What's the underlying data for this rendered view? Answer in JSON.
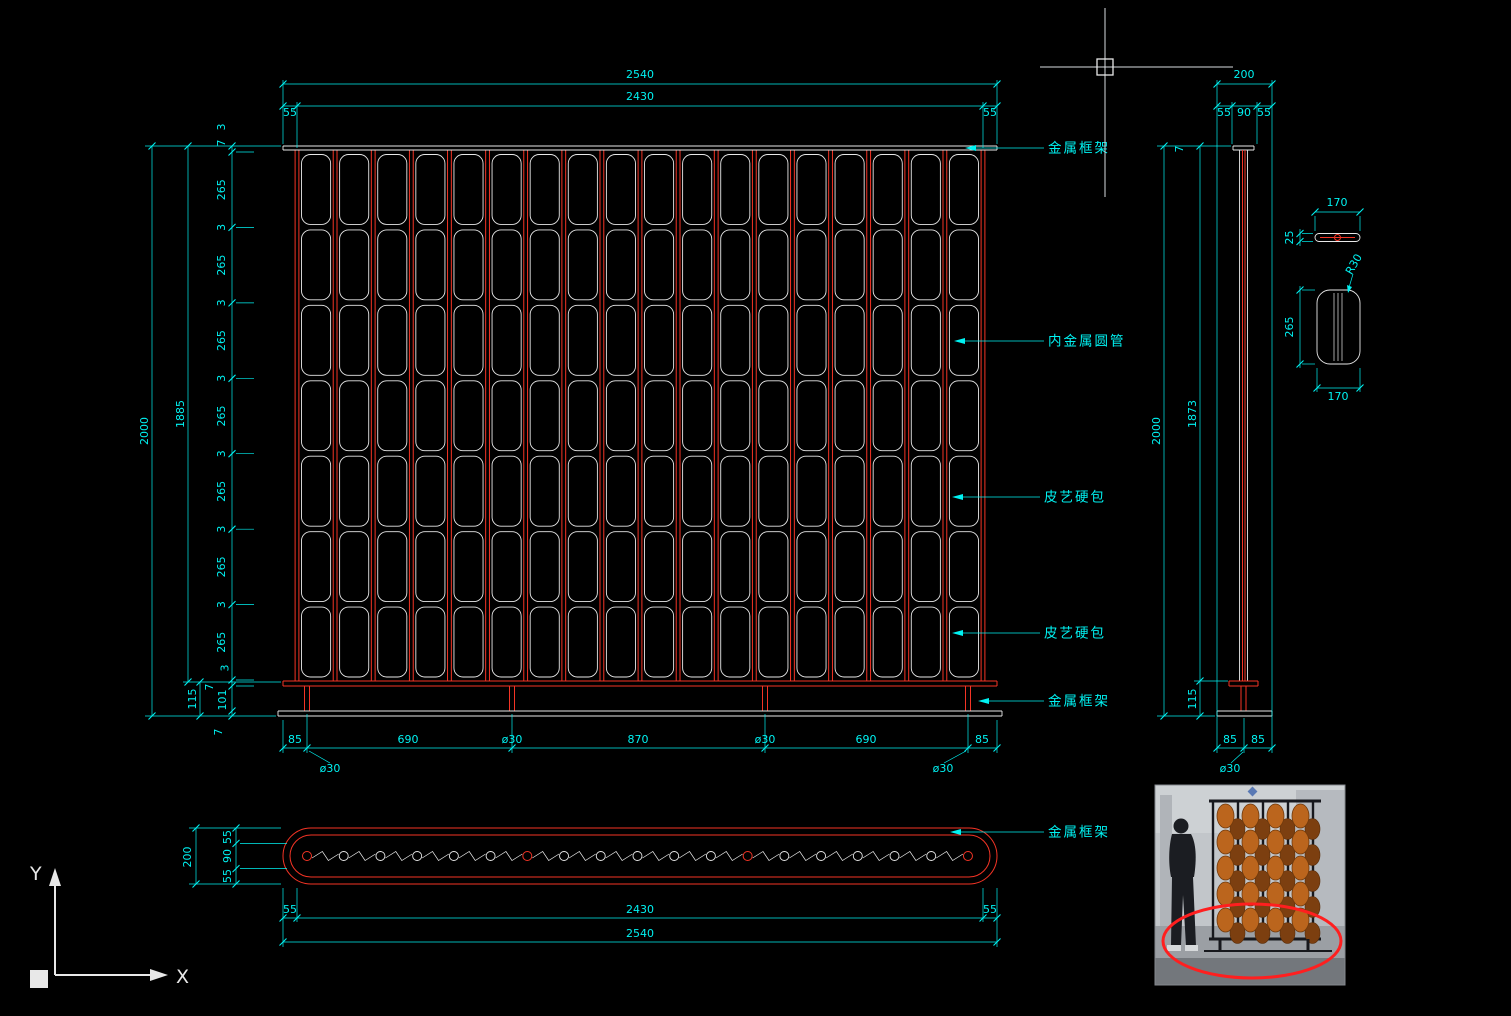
{
  "drawing": {
    "front": {
      "dim_2540": "2540",
      "dim_2430": "2430",
      "dim_55_left": "55",
      "dim_55_right": "55",
      "dim_2000": "2000",
      "dim_1885": "1885",
      "left_chain": [
        "3",
        "7",
        "265",
        "3",
        "265",
        "3",
        "265",
        "3",
        "265",
        "3",
        "265",
        "3",
        "265",
        "3",
        "265"
      ],
      "dim_3_bottom": "3",
      "dim_7_mid": "7",
      "dim_101": "101",
      "dim_115": "115",
      "dim_7_base": "7",
      "dim_85_left": "85",
      "dim_690_left": "690",
      "dim_d30_a": "ø30",
      "dim_870": "870",
      "dim_d30_b": "ø30",
      "dim_690_right": "690",
      "dim_85_right": "85",
      "dim_d30_leader_left": "ø30",
      "dim_d30_leader_right": "ø30"
    },
    "side": {
      "dim_200": "200",
      "dim_55_a": "55",
      "dim_90": "90",
      "dim_55_b": "55",
      "dim_2000": "2000",
      "dim_1873": "1873",
      "dim_115": "115",
      "dim_7": "7",
      "dim_85_a": "85",
      "dim_85_b": "85",
      "dim_d30": "ø30"
    },
    "detail": {
      "dim_170_top": "170",
      "dim_25": "25",
      "dim_265": "265",
      "dim_r30": "R30",
      "dim_170_bottom": "170"
    },
    "plan": {
      "dim_200": "200",
      "dim_55_a": "55",
      "dim_90": "90",
      "dim_55_b": "55",
      "dim_55_left": "55",
      "dim_2430": "2430",
      "dim_55_right": "55",
      "dim_2540": "2540"
    },
    "callouts": {
      "metal_frame_top": "金属框架",
      "inner_metal_tube": "内金属圆管",
      "leather_panel_upper": "皮艺硬包",
      "leather_panel_lower": "皮艺硬包",
      "metal_frame_bottom": "金属框架",
      "metal_frame_plan": "金属框架"
    }
  },
  "ucs": {
    "x_label": "X",
    "y_label": "Y"
  },
  "colors": {
    "background": "#000000",
    "dimension": "#00f2f2",
    "geometry_white": "#e8e8e8",
    "geometry_red": "#f43425",
    "photo_spindle": "#bb651d",
    "photo_annotation": "#ff1f1f"
  }
}
